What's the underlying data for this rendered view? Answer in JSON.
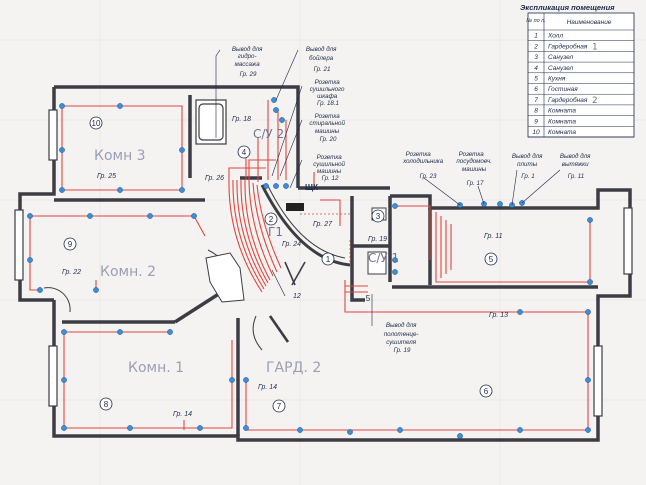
{
  "legend": {
    "title": "Экспликация помещения",
    "head_num": "№ по п.",
    "head_name": "Наименование",
    "rows": [
      {
        "num": "1",
        "name": "Холл",
        "note": ""
      },
      {
        "num": "2",
        "name": "Гардеробная",
        "note": "1"
      },
      {
        "num": "3",
        "name": "Санузел",
        "note": ""
      },
      {
        "num": "4",
        "name": "Санузел",
        "note": ""
      },
      {
        "num": "5",
        "name": "Кухня",
        "note": ""
      },
      {
        "num": "6",
        "name": "Гостиная",
        "note": ""
      },
      {
        "num": "7",
        "name": "Гардеробная",
        "note": "2"
      },
      {
        "num": "8",
        "name": "Комната",
        "note": ""
      },
      {
        "num": "9",
        "name": "Комната",
        "note": ""
      },
      {
        "num": "10",
        "name": "Комната",
        "note": ""
      }
    ]
  },
  "callouts": {
    "massage": [
      "Вывод для",
      "гидро-",
      "массажа",
      "Гр. 29"
    ],
    "boiler": [
      "Вывод для",
      "бойлера",
      "Гр. 21"
    ],
    "dryer_cab": [
      "Розетка",
      "сушильного",
      "шкафа",
      "Гр. 18.1"
    ],
    "washer": [
      "Розетка",
      "стиральной",
      "машины",
      "Гр. 20"
    ],
    "dryer": [
      "Розетка",
      "сушильной",
      "машины",
      "Гр. 12"
    ],
    "fridge": [
      "Розетка",
      "холодильника",
      "Гр. 23"
    ],
    "dishwasher": [
      "Розетка",
      "посудомоеч.",
      "машины",
      "Гр. 17"
    ],
    "stove": [
      "Вывод для",
      "плиты",
      "Гр. 1"
    ],
    "hood": [
      "Вывод для",
      "вытяжки",
      "Гр. 11"
    ],
    "towel": [
      "Вывод для",
      "полотенце-",
      "сушителя",
      "Гр. 19"
    ]
  },
  "groups": {
    "g18": "Гр. 18",
    "g25": "Гр. 25",
    "g26": "Гр. 26",
    "g24": "Гр. 24",
    "g27": "Гр. 27",
    "g19": "Гр. 19",
    "g22": "Гр. 22",
    "g11": "Гр. 11",
    "g13": "Гр. 13",
    "g14a": "Гр. 14",
    "g14b": "Гр. 14",
    "shk": "ЩК",
    "n12": "12"
  },
  "rooms": {
    "r1": "1",
    "r2": "2",
    "r3": "3",
    "r4": "4",
    "r5": "5",
    "r6": "6",
    "r7": "7",
    "r8": "8",
    "r9": "9",
    "r10": "10",
    "s5": "5"
  },
  "handwriting": {
    "komn3": "Комн 3",
    "komn2": "Комн. 2",
    "komn1": "Комн. 1",
    "gard2": "ГАРД. 2",
    "su2": "С/У 2",
    "su1": "С/У 1",
    "g1": "Г1"
  },
  "colors": {
    "wall": "#3c3c44",
    "wiring": "#e0463f",
    "outlet": "#3b8fd9",
    "ink": "#1e2a4a"
  }
}
